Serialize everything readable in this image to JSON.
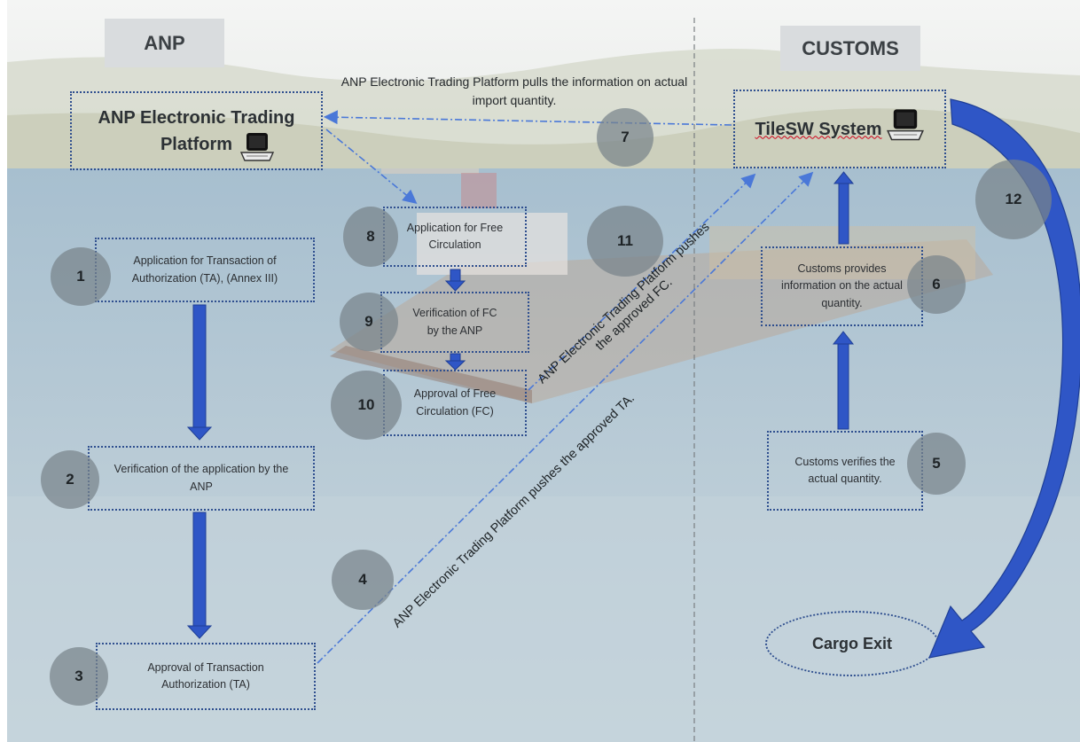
{
  "lanes": {
    "left": "ANP",
    "right": "CUSTOMS"
  },
  "systems": {
    "anp_platform": "ANP Electronic Trading Platform",
    "tilesw_system": "TileSW System"
  },
  "top_note": "ANP Electronic Trading Platform pulls the information on actual import quantity.",
  "steps": [
    {
      "num": "1",
      "label": "Application for Transaction of Authorization (TA), (Annex III)"
    },
    {
      "num": "2",
      "label": "Verification of the application by the ANP"
    },
    {
      "num": "3",
      "label": "Approval of Transaction Authorization (TA)"
    },
    {
      "num": "4",
      "label": "ANP Electronic Trading Platform pushes the approved TA."
    },
    {
      "num": "5",
      "label": "Customs verifies the actual quantity."
    },
    {
      "num": "6",
      "label": "Customs provides information on the actual quantity."
    },
    {
      "num": "7",
      "label": ""
    },
    {
      "num": "8",
      "label": "Application for Free Circulation"
    },
    {
      "num": "9",
      "label": "Verification of FC by the ANP"
    },
    {
      "num": "10",
      "label": "Approval of Free Circulation (FC)"
    },
    {
      "num": "11",
      "label": "ANP Electronic Trading Platform pushes the approved FC."
    },
    {
      "num": "12",
      "label": ""
    }
  ],
  "cargo_exit": "Cargo Exit",
  "colors": {
    "arrow_blue": "#2f56c6",
    "dash_blue": "#4a78d8",
    "box_border": "#2f4f8f",
    "circle_fill": "#7b868c"
  }
}
